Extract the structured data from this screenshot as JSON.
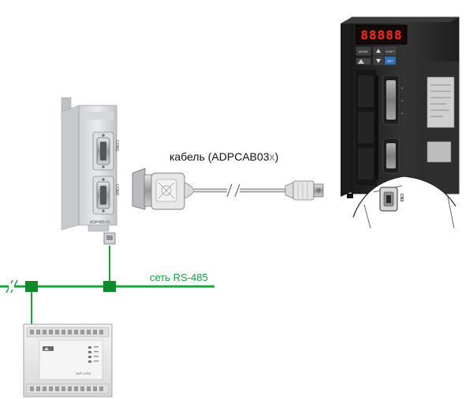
{
  "diagram": {
    "cable": {
      "label_prefix": "кабель  (ADPCAB03",
      "label_suffix": "x",
      "label_close": ")"
    },
    "network": {
      "label": "сеть RS-485"
    },
    "converter": {
      "model_text": "ADP485-01",
      "port_top": "COM1",
      "port_bottom": "COM2"
    },
    "servo_drive": {
      "display_text": "88888",
      "buttons": [
        "MODE",
        "SHIFT",
        "SET"
      ],
      "connector_label": "CN3"
    },
    "plc": {
      "model_text": "DVP-14SS"
    }
  },
  "colors": {
    "network_line": "#1aa33a",
    "node": "#0f8a2a",
    "drive_body": "#2b2b2b",
    "display_digits": "#ff2a1a"
  }
}
